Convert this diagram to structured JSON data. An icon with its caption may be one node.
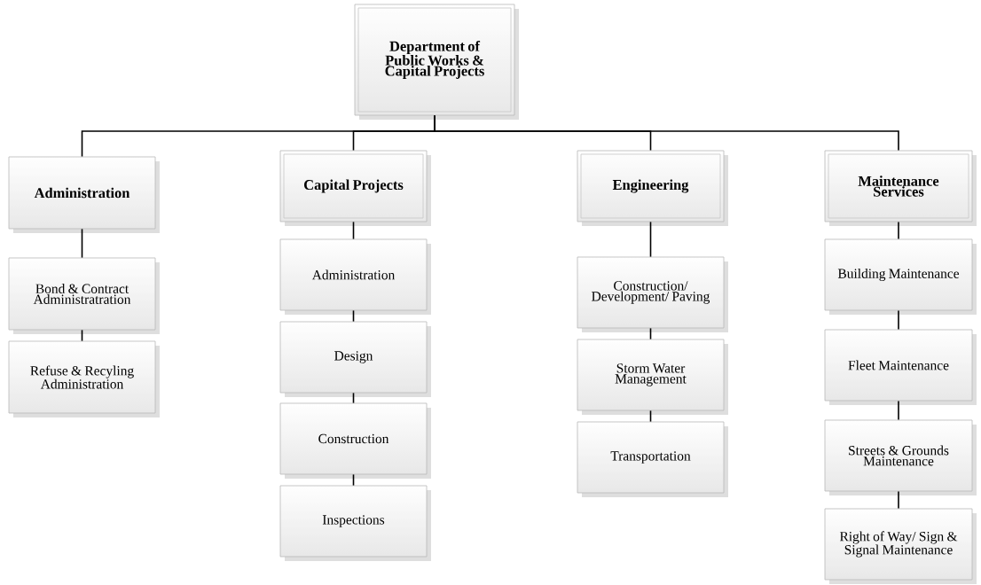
{
  "diagram": {
    "nodes": [
      {
        "text": [
          "Department of Public Works & Capital Projects"
        ]
      },
      {
        "text": [
          "Administration"
        ]
      },
      {
        "text": [
          "Bond & Contract Administratration"
        ]
      },
      {
        "text": [
          "Refuse & Recyling Administration"
        ]
      },
      {
        "text": [
          "Capital Projects"
        ]
      },
      {
        "text": [
          "Administration"
        ]
      },
      {
        "text": [
          "Design"
        ]
      },
      {
        "text": [
          "Construction"
        ]
      },
      {
        "text": [
          "Inspections"
        ]
      },
      {
        "text": [
          "Engineering"
        ]
      },
      {
        "text": [
          "Construction/ Development/ Paving"
        ]
      },
      {
        "text": [
          "Storm Water Management"
        ]
      },
      {
        "text": [
          "Transportation"
        ]
      },
      {
        "text": [
          "Maintenance Services"
        ]
      },
      {
        "text": [
          "Building Maintenance"
        ]
      },
      {
        "text": [
          "Fleet Maintenance"
        ]
      },
      {
        "text": [
          "Streets & Grounds Maintenance"
        ]
      },
      {
        "text": [
          "Right of Way/ Sign & Signal Maintenance"
        ]
      }
    ],
    "edges": [
      {
        "from": 0,
        "to": 1,
        "arrow": "none"
      },
      {
        "from": 0,
        "to": 4,
        "arrow": "none"
      },
      {
        "from": 0,
        "to": 9,
        "arrow": "none"
      },
      {
        "from": 0,
        "to": 13,
        "arrow": "none"
      },
      {
        "from": 1,
        "to": 2,
        "arrow": "none"
      },
      {
        "from": 2,
        "to": 3,
        "arrow": "none"
      },
      {
        "from": 4,
        "to": 5,
        "arrow": "none"
      },
      {
        "from": 5,
        "to": 6,
        "arrow": "none"
      },
      {
        "from": 6,
        "to": 7,
        "arrow": "none"
      },
      {
        "from": 7,
        "to": 8,
        "arrow": "none"
      },
      {
        "from": 9,
        "to": 10,
        "arrow": "none"
      },
      {
        "from": 10,
        "to": 11,
        "arrow": "none"
      },
      {
        "from": 11,
        "to": 12,
        "arrow": "none"
      },
      {
        "from": 13,
        "to": 14,
        "arrow": "none"
      },
      {
        "from": 14,
        "to": 15,
        "arrow": "none"
      },
      {
        "from": 15,
        "to": 16,
        "arrow": "none"
      },
      {
        "from": 16,
        "to": 17,
        "arrow": "none"
      }
    ]
  }
}
